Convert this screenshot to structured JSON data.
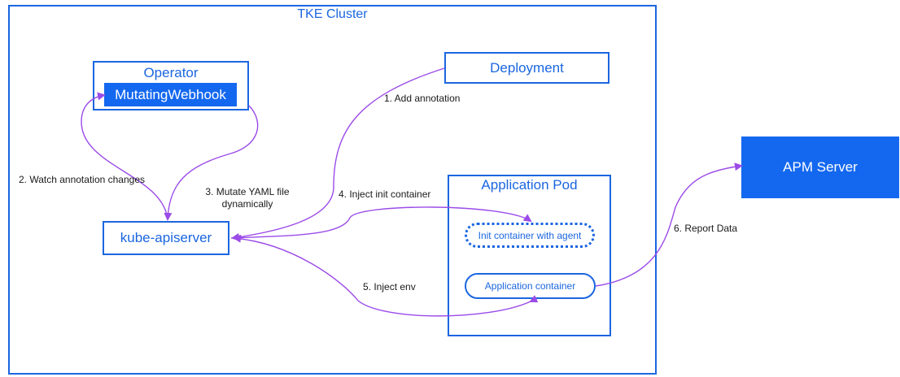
{
  "cluster": {
    "title": "TKE Cluster"
  },
  "operator": {
    "title": "Operator",
    "webhook_label": "MutatingWebhook"
  },
  "deployment": {
    "label": "Deployment"
  },
  "apiserver": {
    "label": "kube-apiserver"
  },
  "pod": {
    "title": "Application Pod",
    "init_container_label": "Init container with agent",
    "app_container_label": "Application container"
  },
  "apm": {
    "label": "APM Server"
  },
  "edges": {
    "add_annotation": "1. Add annotation",
    "watch_annotation": "2. Watch annotation changes",
    "mutate_yaml_line1": "3. Mutate YAML file",
    "mutate_yaml_line2": "dynamically",
    "inject_init": "4. Inject init container",
    "inject_env": "5. Inject env",
    "report_data": "6. Report Data"
  },
  "colors": {
    "box_border": "#1b66e0",
    "box_fill_solid": "#1468ef",
    "arrow": "#9b4be8"
  }
}
